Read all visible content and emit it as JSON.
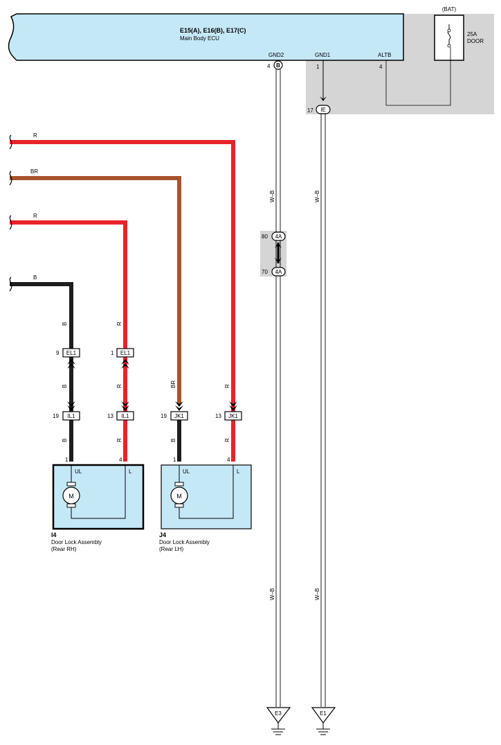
{
  "ecu": {
    "connectors": "E15(A), E16(B), E17(C)",
    "name": "Main Body ECU",
    "pins": [
      {
        "label": "GND2",
        "number": "4",
        "terminal": "B"
      },
      {
        "label": "GND1",
        "number": "1"
      },
      {
        "label": "ALTB",
        "number": "4"
      }
    ]
  },
  "fuse": {
    "source": "(BAT)",
    "rating": "25A",
    "name": "DOOR"
  },
  "junctions": {
    "ie": {
      "pin": "17",
      "label": "IE"
    },
    "upper_4a": {
      "pin": "80",
      "label": "4A"
    },
    "lower_4a": {
      "pin": "70",
      "label": "4A"
    }
  },
  "wires": [
    {
      "color_code": "R",
      "hex": "#e8232a"
    },
    {
      "color_code": "BR",
      "hex": "#a9542e"
    },
    {
      "color_code": "R",
      "hex": "#e8232a"
    },
    {
      "color_code": "B",
      "hex": "#1e1e1e"
    }
  ],
  "wire_labels": {
    "ground_wire": "W–B",
    "b": "B",
    "r": "R",
    "br": "BR"
  },
  "connectors": {
    "el1_b": {
      "pin": "9",
      "label": "EL1"
    },
    "el1_r": {
      "pin": "1",
      "label": "EL1"
    },
    "il1_b": {
      "pin": "19",
      "label": "IL1"
    },
    "il1_r": {
      "pin": "13",
      "label": "IL1"
    },
    "jk1_br": {
      "pin": "19",
      "label": "JK1"
    },
    "jk1_r": {
      "pin": "13",
      "label": "JK1"
    }
  },
  "assemblies": [
    {
      "id": "I4",
      "name": "Door Lock Assembly",
      "position": "(Rear RH)",
      "pin_ul": "1",
      "pin_l": "4",
      "label_ul": "UL",
      "label_l": "L",
      "motor": "M"
    },
    {
      "id": "J4",
      "name": "Door Lock Assembly",
      "position": "(Rear LH)",
      "pin_ul": "1",
      "pin_l": "4",
      "label_ul": "UL",
      "label_l": "L",
      "motor": "M"
    }
  ],
  "grounds": [
    {
      "label": "E3"
    },
    {
      "label": "E1"
    }
  ],
  "colors": {
    "red": "#e8232a",
    "brown": "#a9542e",
    "black": "#1e1e1e",
    "ecu_fill": "#c5e8f7",
    "shade": "#d5d5d5"
  }
}
